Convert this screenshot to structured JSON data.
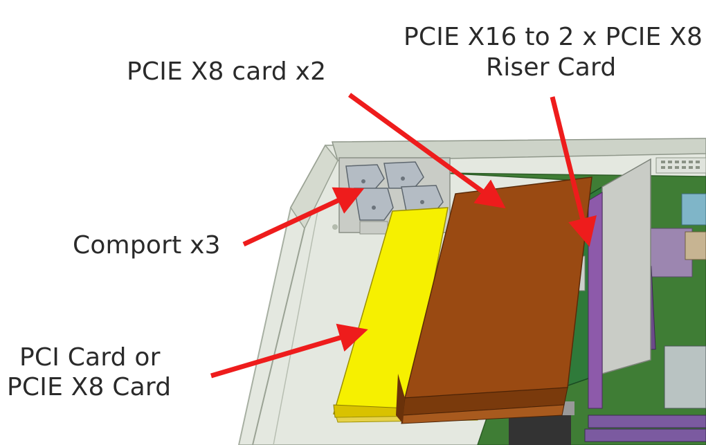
{
  "labels": {
    "riser_line1": "PCIE X16 to 2 x PCIE X8",
    "riser_line2": "Riser Card",
    "pcie_x8_cards": "PCIE X8 card x2",
    "comport": "Comport x3",
    "pci_line1": "PCI Card or",
    "pci_line2": "PCIE X8 Card"
  },
  "colors": {
    "arrow": "#ee1c1c",
    "chassis": "#e3e7df",
    "chassis_rim": "#a9b1a4",
    "motherboard": "#3e7a34",
    "pcie_card": "#9a4a12",
    "pci_card": "#f6f000",
    "riser_card": "#2f7a3a",
    "bracket": "#c9ccc6"
  }
}
